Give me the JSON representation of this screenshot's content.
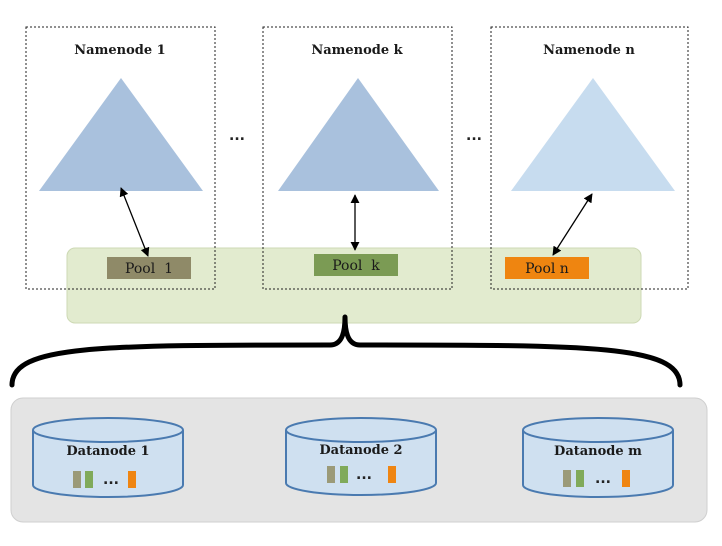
{
  "namenodes": [
    {
      "label": "Namenode 1",
      "pool": "Pool  1",
      "pool_color": "#8f8a68"
    },
    {
      "label": "Namenode k",
      "pool": "Pool  k",
      "pool_color": "#7b9b54"
    },
    {
      "label": "Namenode n",
      "pool": "Pool n",
      "pool_color": "#ef8510"
    }
  ],
  "ellipsis": "...",
  "datanodes": [
    {
      "label": "Datanode 1",
      "ellipsis": "..."
    },
    {
      "label": "Datanode 2",
      "ellipsis": "..."
    },
    {
      "label": "Datanode m",
      "ellipsis": "..."
    }
  ],
  "colors": {
    "triangle_dark": "#a9c1dd",
    "triangle_light": "#c7dcef",
    "pool_band": "#e2ebcf",
    "datanode_panel": "#e4e4e4",
    "cylinder_fill": "#cfe0f0",
    "cylinder_stroke": "#4a7ab0",
    "block_olive": "#9b9a78",
    "block_green": "#80aa5a",
    "block_orange": "#ef8512"
  }
}
